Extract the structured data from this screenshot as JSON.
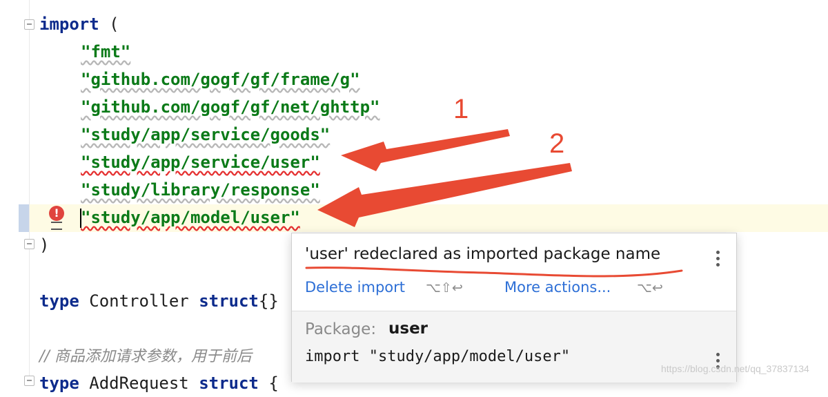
{
  "editor": {
    "lines": [
      {
        "kind": "import_open",
        "keyword": "import",
        "rest": " ("
      },
      {
        "kind": "string",
        "text": "\"fmt\""
      },
      {
        "kind": "string",
        "text": "\"github.com/gogf/gf/frame/g\""
      },
      {
        "kind": "string",
        "text": "\"github.com/gogf/gf/net/ghttp\""
      },
      {
        "kind": "string",
        "text": "\"study/app/service/goods\""
      },
      {
        "kind": "string_error",
        "text": "\"study/app/service/user\""
      },
      {
        "kind": "string",
        "text": "\"study/library/response\""
      },
      {
        "kind": "string_error",
        "text": "\"study/app/model/user\""
      },
      {
        "kind": "plain",
        "text": ")"
      },
      {
        "kind": "type_line",
        "kw1": "type",
        "name": " Controller ",
        "kw2": "struct",
        "rest": "{}"
      },
      {
        "kind": "comment",
        "text": "// 商品添加请求参数，用于前后"
      },
      {
        "kind": "type_line_partial",
        "kw1": "type",
        "name": " AddRequest ",
        "kw2": "struct",
        "rest": " {"
      }
    ]
  },
  "annotations": {
    "arrow1_number": "1",
    "arrow2_number": "2",
    "color": "#e84a33"
  },
  "popup": {
    "message": "'user' redeclared as imported package name",
    "actions": [
      {
        "label": "Delete import",
        "shortcut": "⌥⇧↩"
      },
      {
        "label": "More actions...",
        "shortcut": "⌥↩"
      }
    ],
    "package_label": "Package:",
    "package_name": "user",
    "import_line": "import \"study/app/model/user\""
  },
  "watermark": "https://blog.csdn.net/qq_37837134",
  "icons": {
    "error": "error-icon",
    "fold": "fold-icon",
    "menu": "more-vertical-icon"
  }
}
